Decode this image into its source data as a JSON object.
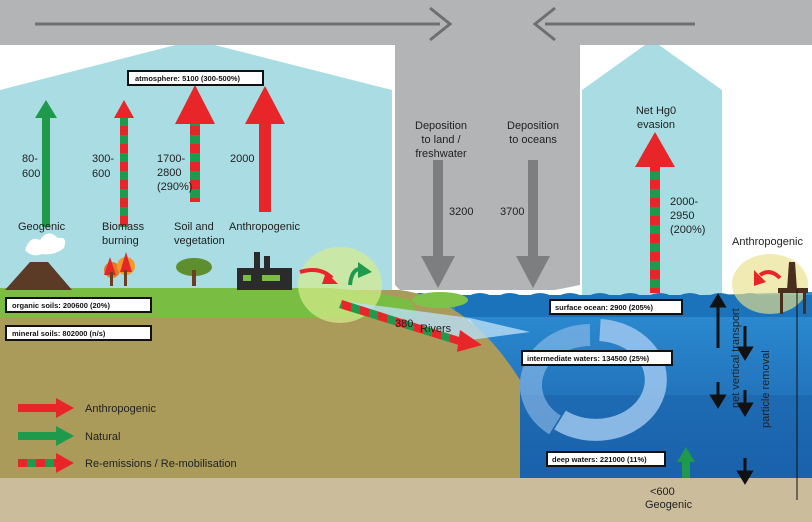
{
  "atmosphere": {
    "label": "atmosphere: 5100 (300-500%)"
  },
  "sources": {
    "geogenic": {
      "value": "80-\n600",
      "label": "Geogenic"
    },
    "biomass": {
      "value": "300-\n600",
      "label": "Biomass\nburning"
    },
    "soil": {
      "value": "1700-\n2800\n(290%)",
      "label": "Soil and\nvegetation"
    },
    "anthropogenic": {
      "value": "2000",
      "label": "Anthropogenic"
    }
  },
  "deposition": {
    "land": {
      "label": "Deposition\nto land /\nfreshwater",
      "value": "3200"
    },
    "oceans": {
      "label": "Deposition\nto oceans",
      "value": "3700"
    }
  },
  "evasion": {
    "label": "Net Hg0\nevasion",
    "value": "2000-\n2950\n(200%)"
  },
  "ocean_anthropogenic": {
    "label": "Anthropogenic"
  },
  "rivers": {
    "value": "380",
    "label": "Rivers"
  },
  "stocks": {
    "organic_soils": "organic soils: 200600 (20%)",
    "mineral_soils": "mineral soils: 802000 (n/s)",
    "surface_ocean": "surface ocean: 2900 (205%)",
    "intermediate": "intermediate waters: 134500 (25%)",
    "deep": "deep waters: 221000 (11%)"
  },
  "ocean_labels": {
    "net_vertical": "net vertical transport",
    "particle_removal": "particle removal",
    "geogenic_value": "<600",
    "geogenic_label": "Geogenic"
  },
  "legend": [
    {
      "label": "Anthropogenic",
      "type": "red"
    },
    {
      "label": "Natural",
      "type": "green"
    },
    {
      "label": "Re-emissions / Re-mobilisation",
      "type": "mixed"
    }
  ],
  "colors": {
    "red": "#e8262a",
    "green": "#1f9a4c",
    "sky": "#a9dde3",
    "gray": "#b2b4b6",
    "land": "#ab9b5a",
    "grass": "#79be43",
    "bedrock": "#cbbd9b",
    "ocean_surface": "#1b74bb",
    "ocean_mid": "#2a8fd6",
    "ocean_deep": "#1b64ad"
  }
}
